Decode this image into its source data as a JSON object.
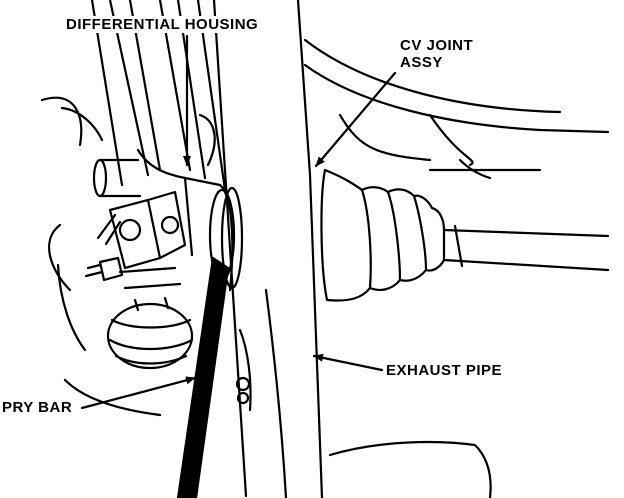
{
  "diagram": {
    "labels": {
      "differential_housing": "DIFFERENTIAL HOUSING",
      "cv_joint_line1": "CV JOINT",
      "cv_joint_line2": "ASSY",
      "exhaust_pipe": "EXHAUST PIPE",
      "pry_bar": "PRY BAR"
    }
  }
}
